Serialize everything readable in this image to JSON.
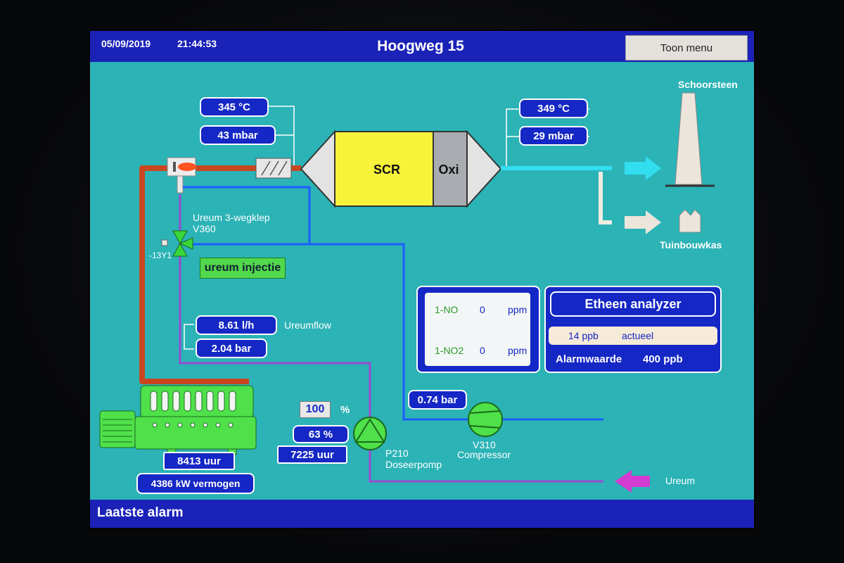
{
  "header": {
    "date": "05/09/2019",
    "time": "21:44:53",
    "title": "Hoogweg 15",
    "menu_button": "Toon menu"
  },
  "inlet": {
    "temperature": "345  °C",
    "pressure": "43 mbar"
  },
  "reactor": {
    "scr_label": "SCR",
    "oxi_label": "Oxi"
  },
  "outlet": {
    "temperature": "349 °C",
    "pressure": "29 mbar"
  },
  "destinations": {
    "chimney": "Schoorsteen",
    "greenhouse": "Tuinbouwkas"
  },
  "valve": {
    "name": "Ureum 3-wegklep",
    "tag": "V360",
    "id": "-13Y1"
  },
  "urea_injection_button": "ureum injectie",
  "urea_flow": {
    "flow_value": "8.61 l/h",
    "flow_label": "Ureumflow",
    "pressure_value": "2.04 bar"
  },
  "nox_analyzer": {
    "rows": [
      {
        "name": "1-NO",
        "value": "0",
        "unit": "ppm"
      },
      {
        "name": "1-NO2",
        "value": "0",
        "unit": "ppm"
      }
    ]
  },
  "ethene_analyzer": {
    "title": "Etheen analyzer",
    "reading_value": "14 ppb",
    "reading_label": "actueel",
    "alarm_label": "Alarmwaarde",
    "alarm_value": "400 ppb"
  },
  "compressor": {
    "pressure": "0.74 bar",
    "tag": "V310",
    "name": "Compressor"
  },
  "dosing_pump": {
    "setpoint": "100",
    "setpoint_unit": "%",
    "speed": "63 %",
    "hours": "7225  uur",
    "tag": "P210",
    "name": "Doseerpomp"
  },
  "engine": {
    "hours": "8413  uur",
    "power": "4386 kW vermogen"
  },
  "urea_supply_label": "Ureum",
  "footer": {
    "alarm_label": "Laatste alarm"
  },
  "colors": {
    "background": "#2bb3b6",
    "bar_blue": "#1a22b8",
    "exhaust_pipe": "#c9471f",
    "urea_line": "#9a4bd0",
    "air_line": "#1f5cff",
    "clean_gas": "#33ddf0",
    "scr_yellow": "#f7f23a",
    "oxi_grey": "#a9acb0",
    "engine_green": "#52e04a"
  },
  "icons": [
    "chimney-icon",
    "greenhouse-icon",
    "engine-icon",
    "pump-icon",
    "compressor-icon",
    "three-way-valve-icon",
    "arrow-right-icon",
    "arrow-left-icon"
  ]
}
